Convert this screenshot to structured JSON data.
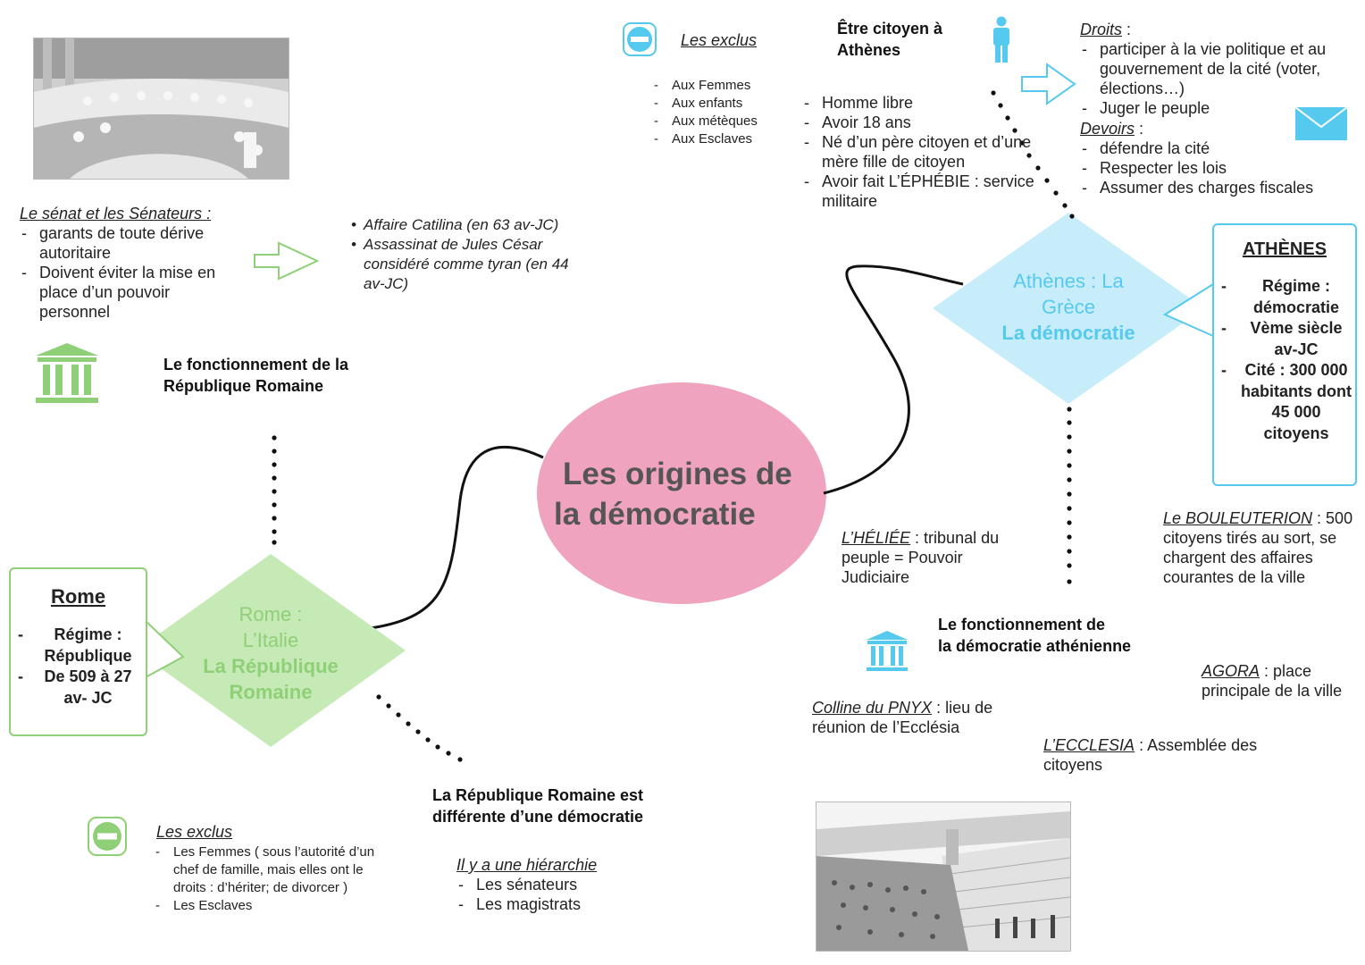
{
  "colors": {
    "athens_blue": "#56C9EE",
    "athens_fill": "#C8EDFA",
    "rome_green": "#8FCF77",
    "rome_fill": "#C6EAB5",
    "center_pink": "#EFA3BE",
    "line_dark": "#111111"
  },
  "center": {
    "line1": "Les origines de",
    "line2": "la  démocratie"
  },
  "athens": {
    "diamond": {
      "line1": "Athènes : La",
      "line2": "Grèce",
      "line3": "La démocratie"
    },
    "box": {
      "title": "ATHÈNES",
      "items": [
        "Régime : démocratie",
        "Vème siècle av-JC",
        "Cité : 300 000 habitants dont 45 000 citoyens"
      ]
    },
    "exclus": {
      "title": "Les exclus",
      "items": [
        "Aux Femmes",
        "Aux enfants",
        "Aux métèques",
        "Aux Esclaves"
      ]
    },
    "citoyen": {
      "title_line1": "Être citoyen à",
      "title_line2": "Athènes",
      "items": [
        "Homme libre",
        "Avoir 18 ans",
        "Né d’un père citoyen et d’une mère fille de citoyen",
        "Avoir fait L’ÉPHÉBIE : service militaire"
      ]
    },
    "droits": {
      "title": "Droits",
      "items": [
        "participer à la vie politique et au gouvernement de la cité (voter, élections…)",
        "Juger le peuple"
      ]
    },
    "devoirs": {
      "title": "Devoirs",
      "items": [
        "défendre la cité",
        "Respecter les lois",
        "Assumer des charges fiscales"
      ]
    },
    "heliee": {
      "term": "L’HÉLIÉE",
      "text": " : tribunal du peuple = Pouvoir Judiciaire"
    },
    "bouleuterion": {
      "term": "Le BOULEUTERION",
      "text": " : 500 citoyens tirés au sort, se chargent des affaires courantes de la ville"
    },
    "fonctionnement": {
      "line1": "Le fonctionnement de",
      "line2": "la démocratie athénienne"
    },
    "agora": {
      "term": "AGORA",
      "text": " : place principale de la ville"
    },
    "pnyx": {
      "term": "Colline du PNYX",
      "text": " : lieu de réunion de l’Ecclésia"
    },
    "ecclesia": {
      "term": "L’ECCLESIA",
      "text": " : Assemblée des citoyens"
    }
  },
  "rome": {
    "diamond": {
      "line1": "Rome :",
      "line2": "L’Italie",
      "line3": "La République",
      "line4": "Romaine"
    },
    "box": {
      "title": "Rome",
      "items": [
        "Régime : République",
        "De 509 à 27 av- JC"
      ]
    },
    "senat": {
      "title": "Le sénat et les Sénateurs :",
      "items": [
        "garants de toute dérive autoritaire",
        "Doivent éviter la mise en place d’un pouvoir personnel"
      ]
    },
    "affaires": {
      "items": [
        "Affaire Catilina (en 63 av-JC)",
        "Assassinat de Jules César considéré comme tyran (en 44 av-JC)"
      ]
    },
    "fonctionnement": {
      "line1": "Le fonctionnement de la",
      "line2": "République Romaine"
    },
    "exclus": {
      "title": "Les exclus",
      "items": [
        "Les Femmes ( sous l’autorité d’un chef de famille, mais elles ont le droits : d’hériter; de divorcer )",
        "Les Esclaves"
      ]
    },
    "difference": {
      "line1": "La République Romaine est",
      "line2": "différente d’une démocratie"
    },
    "hierarchie": {
      "title": "Il y a une hiérarchie",
      "items": [
        "Les sénateurs",
        "Les magistrats"
      ]
    }
  },
  "icons": [
    "no-entry-icon",
    "person-icon",
    "arrow-right-icon",
    "envelope-icon",
    "temple-icon",
    "senate-engraving",
    "assembly-engraving"
  ]
}
